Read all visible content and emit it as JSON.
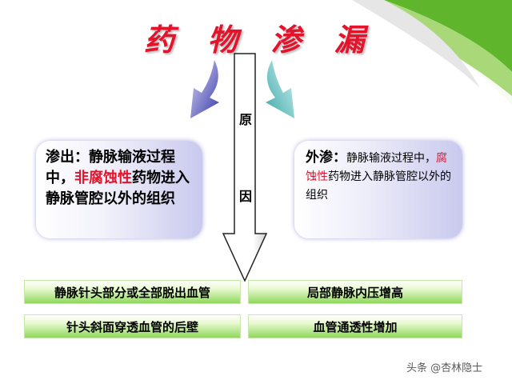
{
  "title": "药 物 渗 漏",
  "cause_chars": [
    "原",
    "因"
  ],
  "left_box": {
    "term": "渗出：",
    "text_before": "静脉输液过程中，",
    "highlight": "非腐蚀性",
    "text_after": "药物进入静脉管腔以外的组织"
  },
  "right_box": {
    "term": "外渗：",
    "text_before": "静脉输液过程中，",
    "highlight": "腐蚀性",
    "text_after": "药物进入静脉管腔以外的组织"
  },
  "causes": [
    "静脉针头部分或全部脱出血管",
    "局部静脉内压增高",
    "针头斜面穿透血管的后壁",
    "血管通透性增加"
  ],
  "watermark": "头条 @杏林隐士",
  "colors": {
    "title_red": "#e4132b",
    "arrow_left_blue": "#3a3aa8",
    "arrow_right_teal": "#3aa8a8",
    "bar_green": "#8fd85b",
    "box_lavender": "#c9c9ee"
  }
}
